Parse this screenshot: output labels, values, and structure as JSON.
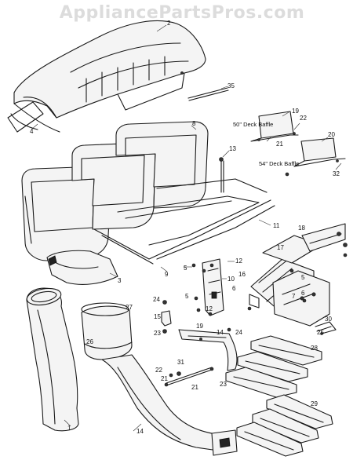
{
  "watermark": "AppliancePartsPros.com",
  "captions": {
    "baffle_50": "50\" Deck Baffle",
    "baffle_54": "54\" Deck Baffle"
  },
  "callouts": {
    "c1": "1",
    "c2": "2",
    "c3": "3",
    "c4": "4",
    "c5a": "5",
    "c5b": "5",
    "c6a": "6",
    "c6b": "6",
    "c7": "7",
    "c8": "8",
    "c9": "9",
    "c10": "10",
    "c11": "11",
    "c12a": "12",
    "c12b": "12",
    "c13": "13",
    "c14a": "14",
    "c14b": "14",
    "c15": "15",
    "c16": "16",
    "c17": "17",
    "c18": "18",
    "c19": "19",
    "c20": "20",
    "c21a": "21",
    "c21b": "21",
    "c22a": "22",
    "c22b": "22",
    "c23a": "23",
    "c23b": "23",
    "c24a": "24",
    "c24b": "24",
    "c25": "25",
    "c26": "26",
    "c27": "27",
    "c28": "28",
    "c29": "29",
    "c30": "30",
    "c31": "31",
    "c32": "32",
    "c35": "35"
  }
}
